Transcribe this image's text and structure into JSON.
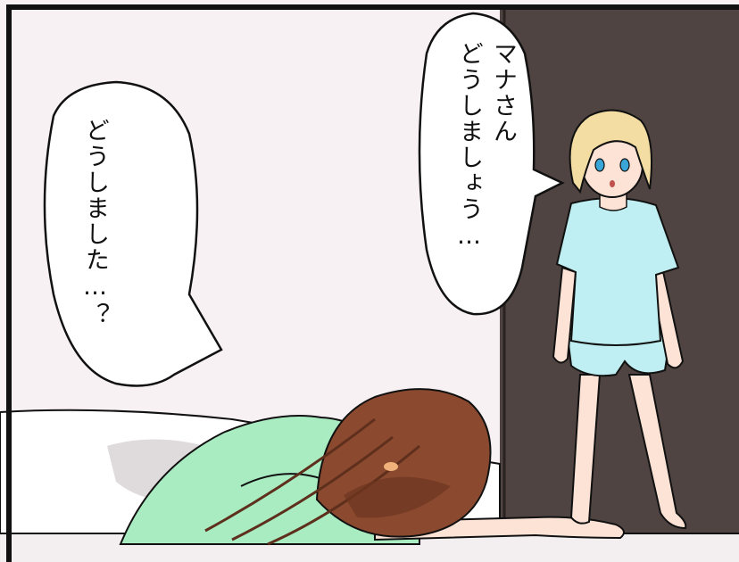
{
  "panel": {
    "frame_color": "#111111",
    "wall_color": "#f7f1f3",
    "door_color": "#4f4441",
    "floor_color": "#f3eef0"
  },
  "speech_bubbles": [
    {
      "id": "left",
      "text": "どうしました…？"
    },
    {
      "id": "right",
      "lines": [
        "マナさん",
        "どうしましょう…"
      ]
    }
  ],
  "characters": [
    {
      "id": "lying-girl",
      "hair_color": "#8b4a2f",
      "shirt_color": "#a9ecc2",
      "skin_color": "#fde3d6"
    },
    {
      "id": "standing-girl",
      "hair_color": "#f3dda2",
      "shirt_color": "#bfeff2",
      "skin_color": "#fde3d6",
      "eye_color": "#3aa6d8"
    }
  ]
}
